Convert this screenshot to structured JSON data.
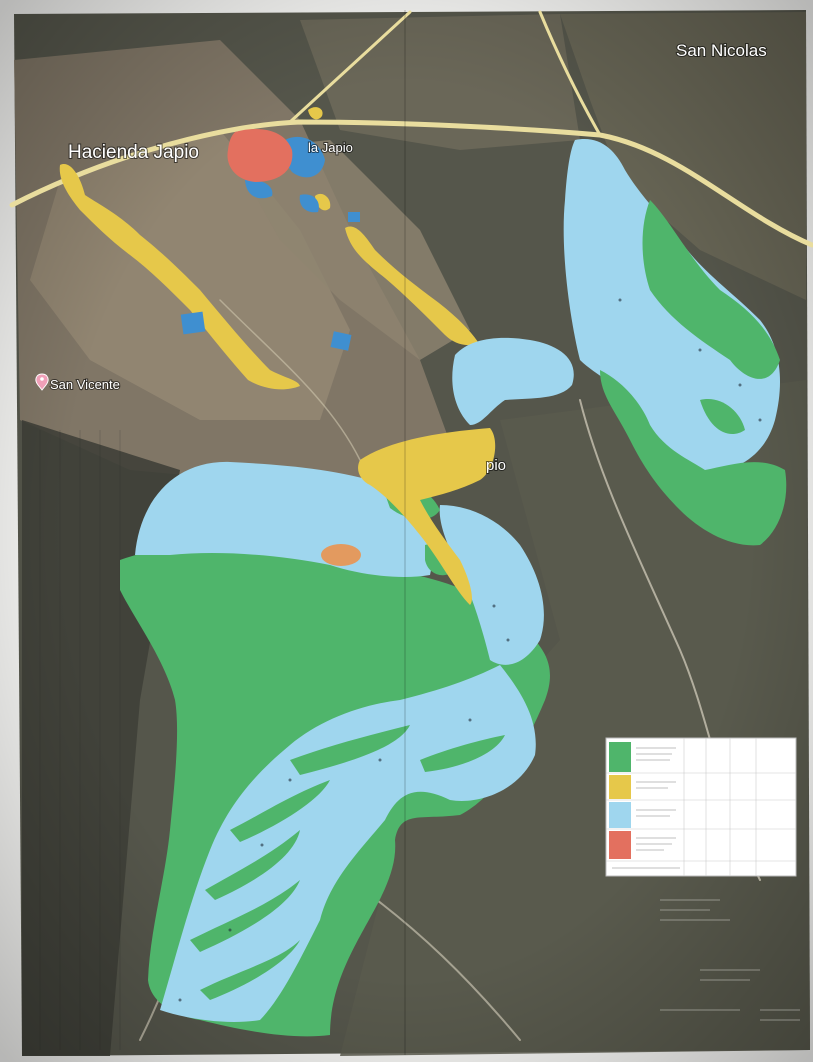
{
  "places": {
    "san_nicolas": "San Nicolas",
    "hacienda_japio": "Hacienda Japio",
    "japio_partial": "la Japio",
    "san_vicente": "San Vicente",
    "japio_center_partial": "pio"
  },
  "colors": {
    "forest_green": "#4fb56b",
    "light_blue": "#9fd6ee",
    "blue": "#3f8fd0",
    "yellow": "#e6c84a",
    "red": "#e3705f",
    "orange": "#e39a5f",
    "road": "#e9dd9e",
    "basemap_dark": "#4e4f45",
    "basemap_light": "#8a7e6c"
  },
  "legend": {
    "swatches": [
      "forest_green",
      "yellow",
      "light_blue",
      "red"
    ]
  }
}
